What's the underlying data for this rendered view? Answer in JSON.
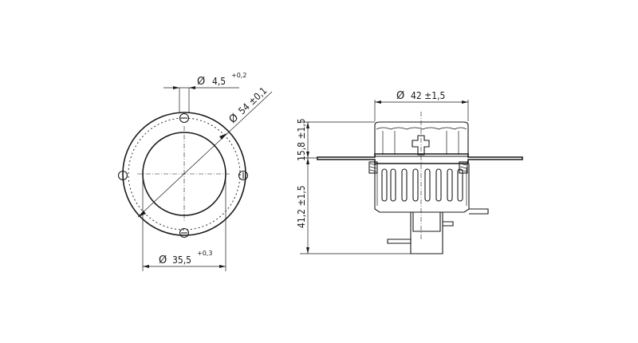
{
  "dimensions": {
    "hole_diameter": {
      "symbol": "Ø",
      "value": "4,5",
      "tolerance": "+0,2"
    },
    "bolt_circle_diameter": {
      "symbol": "Ø",
      "value": "54 ±0,1"
    },
    "cutout_diameter": {
      "symbol": "Ø",
      "value": "35,5",
      "tolerance": "+0,3"
    },
    "body_diameter": {
      "symbol": "Ø",
      "value": "42 ±1,5"
    },
    "top_height": {
      "value": "15,8 ±1,5"
    },
    "bottom_height": {
      "value": "41,2 ±1,5"
    }
  },
  "colors": {
    "line": "#1a1a1a",
    "background": "#ffffff"
  }
}
